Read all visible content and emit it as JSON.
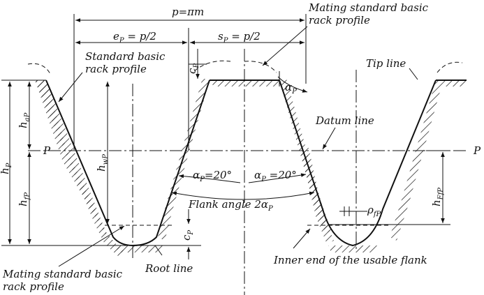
{
  "labels": {
    "pitch": "p=πm",
    "ep": "e",
    "ep_sub": "P",
    "ep_rest": " = p/2",
    "sp": "s",
    "sp_sub": "P",
    "sp_rest": " = p/2",
    "mating_top_1": "Mating standard basic",
    "mating_top_2": "rack profile",
    "standard_1": "Standard basic",
    "standard_2": "rack profile",
    "tip_line": "Tip line",
    "datum_line": "Datum line",
    "p_left": "P",
    "p_right": "P",
    "cp_top": "c",
    "cp_top_sub": "P",
    "cp_bottom": "c",
    "cp_bottom_sub": "P",
    "alpha_top": "α",
    "alpha_top_sub": "P",
    "hap": "h",
    "hap_sub": "aP",
    "hp": "h",
    "hp_sub": "P",
    "hfp": "h",
    "hfp_sub": "fP",
    "hwp": "h",
    "hwp_sub": "wP",
    "hffp": "h",
    "hffp_sub": "FfP",
    "alpha_left": "α",
    "alpha_left_sub": "P",
    "alpha_left_rest": "=20°",
    "alpha_right": "α",
    "alpha_right_sub": "P",
    "alpha_right_rest": " =20°",
    "flank_angle": "Flank  angle  2α",
    "flank_angle_sub": "P",
    "rho": "ρ",
    "rho_sub": "fP",
    "mating_bottom_1": "Mating standard basic",
    "mating_bottom_2": "rack profile",
    "root_line": "Root line",
    "inner_end": "Inner end of the usable flank"
  }
}
